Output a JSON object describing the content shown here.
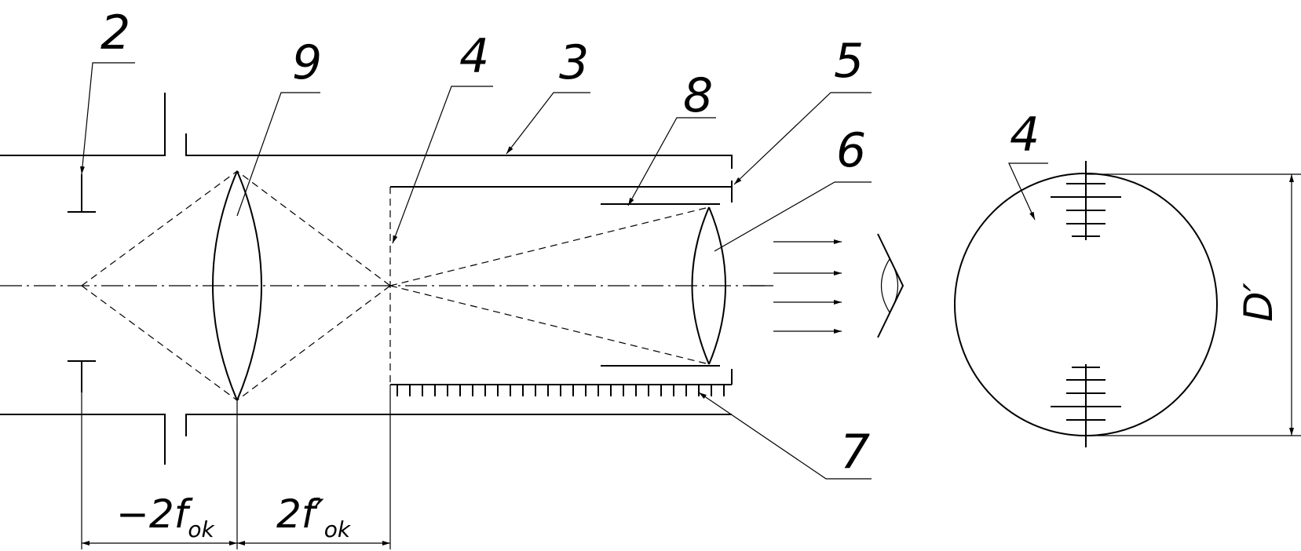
{
  "labels": {
    "n2": "2",
    "n9": "9",
    "n4": "4",
    "n3": "3",
    "n8": "8",
    "n5": "5",
    "n6": "6",
    "n7": "7",
    "n4b": "4"
  },
  "dimensions": {
    "fok_left_main": "−2f",
    "fok_left_sub": "ok",
    "fok_right_main": "2f′",
    "fok_right_sub": "ok",
    "diameter": "D′"
  }
}
